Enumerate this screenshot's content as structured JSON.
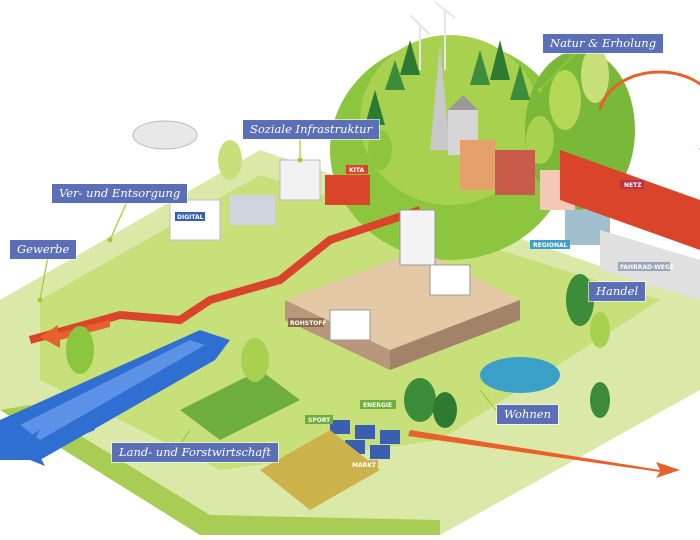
{
  "labels": {
    "natur": "Natur & Erholung",
    "soziale": "Soziale Infrastruktur",
    "versorgung": "Ver- und Entsorgung",
    "gewerbe": "Gewerbe",
    "handel": "Handel",
    "wohnen": "Wohnen",
    "land": "Land- und Forstwirtschaft"
  },
  "signs": {
    "kita": "KITA",
    "digital": "DIGITAL",
    "regional": "REGIONAL",
    "netz": "NETZ",
    "rohstoff": "ROHSTOFF",
    "fahrrad": "FAHRRAD-WEGE",
    "energie": "ENERGIE",
    "sport": "SPORT",
    "markt": "MARKT"
  },
  "colors": {
    "label_bg": "#5b6fb7",
    "label_text": "#ffffff",
    "arrow_orange": "#e8612c",
    "water_blue": "#2f6fd1",
    "grass_light": "#c8e07a",
    "grass_mid": "#8cc63f",
    "tree_dark": "#3c8c3a",
    "path_red": "#d9442b"
  }
}
